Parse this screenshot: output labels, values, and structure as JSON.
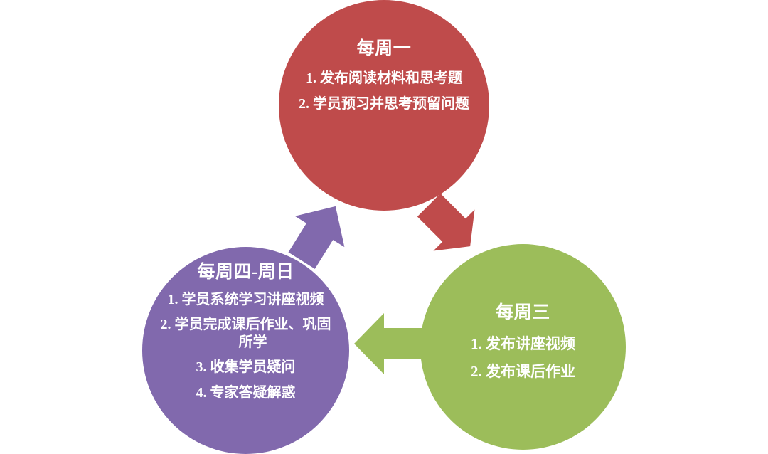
{
  "diagram": {
    "type": "cycle",
    "title": "",
    "colors": {
      "monday": "#bf4b4b",
      "wednesday": "#9cbd5a",
      "thursday_sunday": "#8169ad",
      "text": "#ffffff",
      "background": "#ffffff"
    },
    "nodes": [
      {
        "id": "monday",
        "title": "每周一",
        "color": "#bf4b4b",
        "items": [
          "1. 发布阅读材料和思考题",
          "2. 学员预习并思考预留问题"
        ]
      },
      {
        "id": "wednesday",
        "title": "每周三",
        "color": "#9cbd5a",
        "items": [
          "1. 发布讲座视频",
          "2. 发布课后作业"
        ]
      },
      {
        "id": "thursday_sunday",
        "title": "每周四-周日",
        "color": "#8169ad",
        "items": [
          "1. 学员系统学习讲座视频",
          "2. 学员完成课后作业、巩固所学",
          "3. 收集学员疑问",
          "4. 专家答疑解惑"
        ]
      }
    ],
    "arrows": [
      {
        "id": "monday-to-wednesday",
        "from": "monday",
        "to": "wednesday",
        "color": "#bf4b4b",
        "direction": "down-right"
      },
      {
        "id": "wednesday-to-thursday-sunday",
        "from": "wednesday",
        "to": "thursday_sunday",
        "color": "#9cbd5a",
        "direction": "left"
      },
      {
        "id": "thursday-sunday-to-monday",
        "from": "thursday_sunday",
        "to": "monday",
        "color": "#8169ad",
        "direction": "up-right"
      }
    ]
  }
}
